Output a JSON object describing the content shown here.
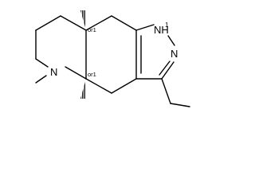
{
  "molecule": {
    "atoms": {
      "nh_label": "NH",
      "nh_sub": "1",
      "pyrazole_n_label": "N",
      "piperidine_n_label": "N"
    },
    "stereo_labels": {
      "upper": "or1",
      "lower": "or1"
    },
    "colors": {
      "ink": "#000000",
      "background": "#ffffff"
    }
  }
}
